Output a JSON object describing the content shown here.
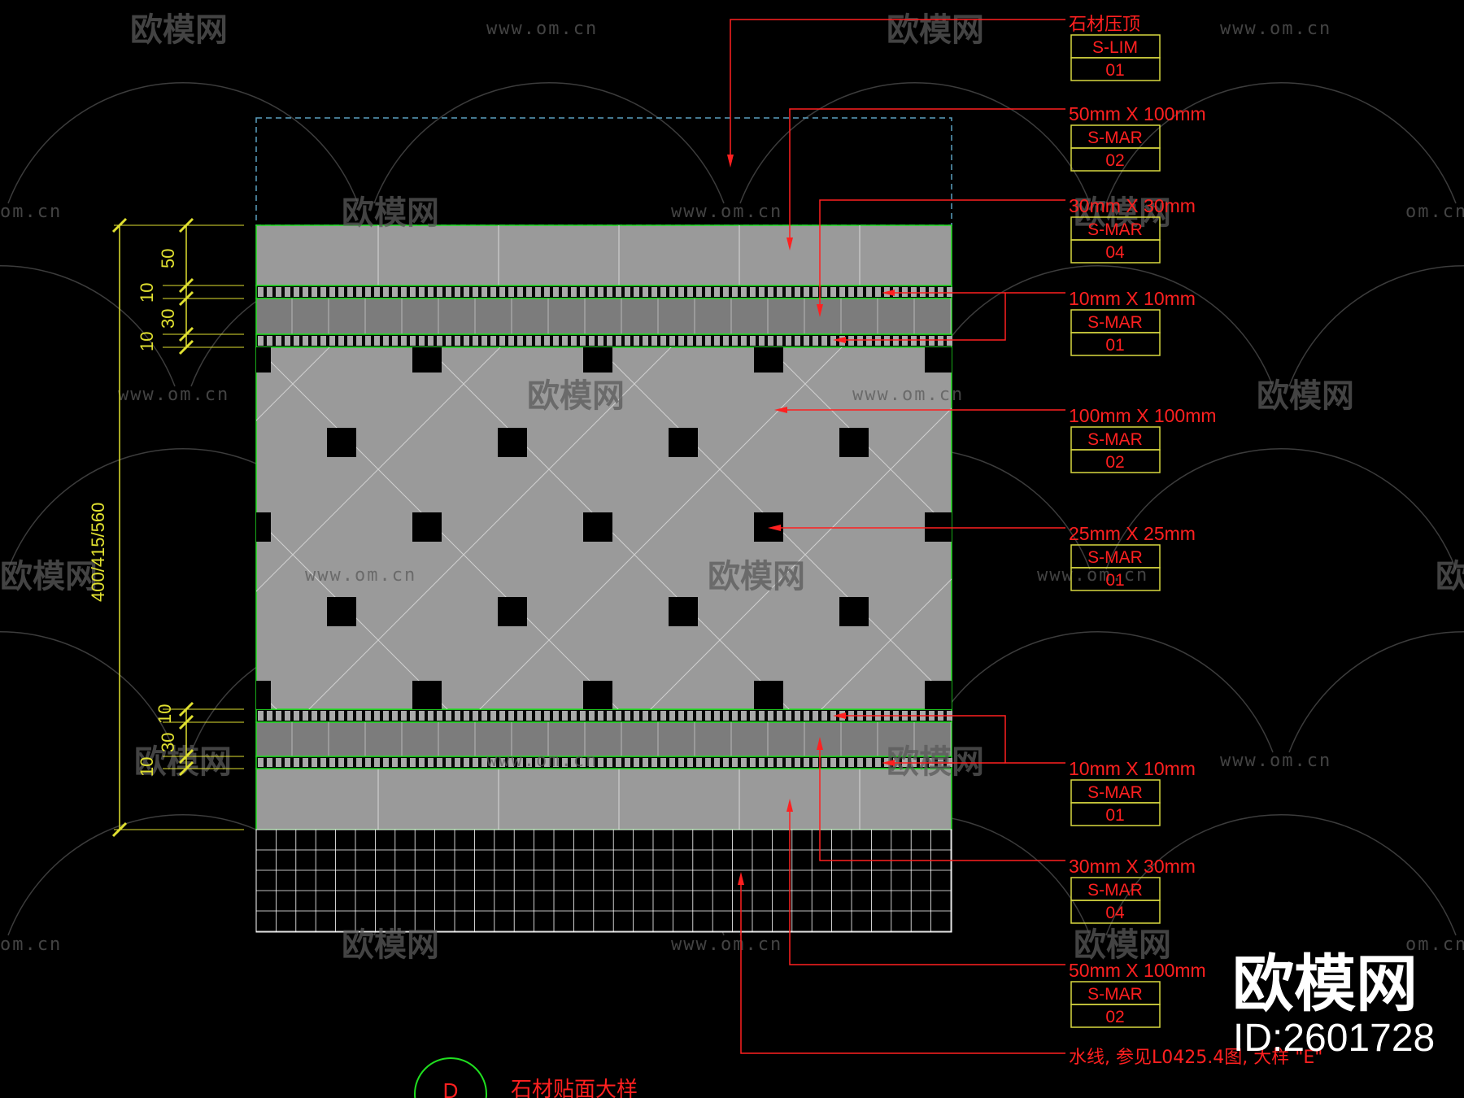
{
  "drawing": {
    "title_code": "D",
    "title": "石材贴面大样",
    "colors": {
      "background": "#000000",
      "annotation": "#ff2020",
      "dimension": "#e0e030",
      "tile": "#9a9a9a",
      "tile_dark": "#7c7c7c",
      "outline": "#20e020",
      "grid": "#ffffff",
      "box": "#d8d840"
    }
  },
  "callouts": [
    {
      "label": "石材压顶",
      "code": "S-LIM",
      "num": "01"
    },
    {
      "label": "50mm X 100mm",
      "code": "S-MAR",
      "num": "02"
    },
    {
      "label": "30mm X 30mm",
      "code": "S-MAR",
      "num": "04"
    },
    {
      "label": "10mm X 10mm",
      "code": "S-MAR",
      "num": "01"
    },
    {
      "label": "100mm X 100mm",
      "code": "S-MAR",
      "num": "02"
    },
    {
      "label": "25mm X 25mm",
      "code": "S-MAR",
      "num": "01"
    },
    {
      "label": "10mm X 10mm",
      "code": "S-MAR",
      "num": "01"
    },
    {
      "label": "30mm X 30mm",
      "code": "S-MAR",
      "num": "04"
    },
    {
      "label": "50mm X 100mm",
      "code": "S-MAR",
      "num": "02"
    }
  ],
  "waterline_note": "水线, 参见L0425.4图, 大样 \"E\"",
  "dimensions": {
    "overall": "400/415/560",
    "top": [
      "50",
      "10",
      "30",
      "10"
    ],
    "bottom": [
      "10",
      "30",
      "10"
    ]
  },
  "watermark": {
    "name": "欧模网",
    "url": "www.om.cn",
    "url_partial": "om.cn",
    "name_partial": "欧模网"
  },
  "brand": {
    "name": "欧模网",
    "id": "ID:2601728"
  }
}
